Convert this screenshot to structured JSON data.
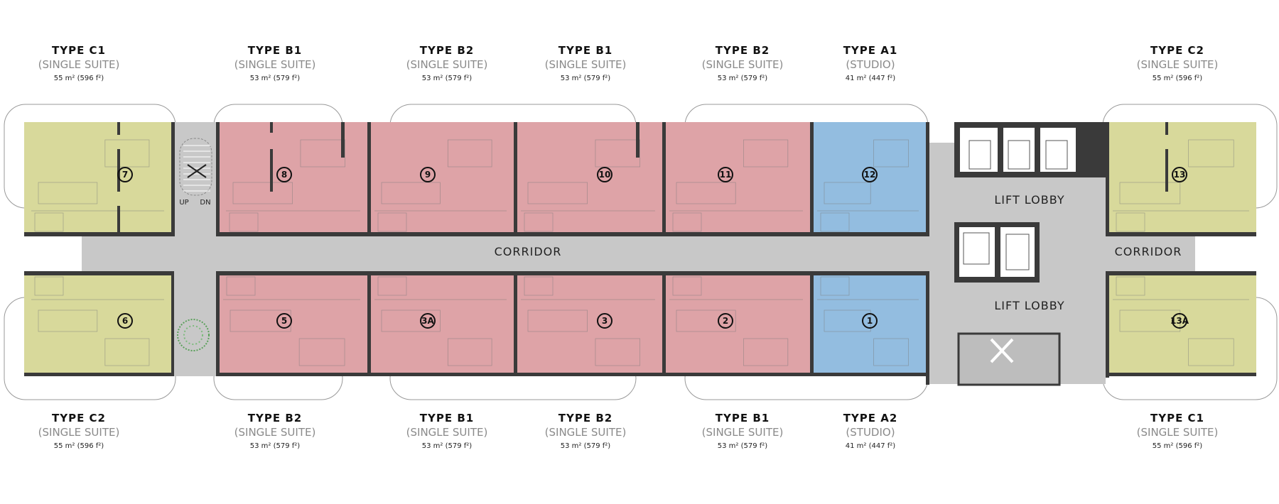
{
  "colors": {
    "type_c": "#d8d99b",
    "type_b": "#dea3a7",
    "type_a": "#93bde0",
    "common": "#c8c8c8",
    "wall": "#3a3a3a"
  },
  "top_labels": [
    {
      "type": "TYPE C1",
      "sub": "(SINGLE SUITE)",
      "area": "55 m² (596 f²)"
    },
    {
      "type": "TYPE B1",
      "sub": "(SINGLE SUITE)",
      "area": "53 m² (579 f²)"
    },
    {
      "type": "TYPE B2",
      "sub": "(SINGLE SUITE)",
      "area": "53 m² (579 f²)"
    },
    {
      "type": "TYPE B1",
      "sub": "(SINGLE SUITE)",
      "area": "53 m² (579 f²)"
    },
    {
      "type": "TYPE B2",
      "sub": "(SINGLE SUITE)",
      "area": "53 m² (579 f²)"
    },
    {
      "type": "TYPE A1",
      "sub": "(STUDIO)",
      "area": "41 m² (447 f²)"
    },
    {
      "type": "TYPE C2",
      "sub": "(SINGLE SUITE)",
      "area": "55 m² (596 f²)"
    }
  ],
  "bottom_labels": [
    {
      "type": "TYPE C2",
      "sub": "(SINGLE SUITE)",
      "area": "55 m² (596 f²)"
    },
    {
      "type": "TYPE B2",
      "sub": "(SINGLE SUITE)",
      "area": "53 m² (579 f²)"
    },
    {
      "type": "TYPE B1",
      "sub": "(SINGLE SUITE)",
      "area": "53 m² (579 f²)"
    },
    {
      "type": "TYPE B2",
      "sub": "(SINGLE SUITE)",
      "area": "53 m² (579 f²)"
    },
    {
      "type": "TYPE B1",
      "sub": "(SINGLE SUITE)",
      "area": "53 m² (579 f²)"
    },
    {
      "type": "TYPE A2",
      "sub": "(STUDIO)",
      "area": "41 m² (447 f²)"
    },
    {
      "type": "TYPE C1",
      "sub": "(SINGLE SUITE)",
      "area": "55 m² (596 f²)"
    }
  ],
  "units_top": [
    "7",
    "8",
    "9",
    "10",
    "11",
    "12",
    "13"
  ],
  "units_bottom": [
    "6",
    "5",
    "3A",
    "3",
    "2",
    "1",
    "13A"
  ],
  "areas": {
    "corridor": "CORRIDOR",
    "corridor_right": "CORRIDOR",
    "lift_lobby_upper": "LIFT LOBBY",
    "lift_lobby_lower": "LIFT LOBBY"
  },
  "stair_marks": {
    "up": "UP",
    "dn": "DN"
  }
}
